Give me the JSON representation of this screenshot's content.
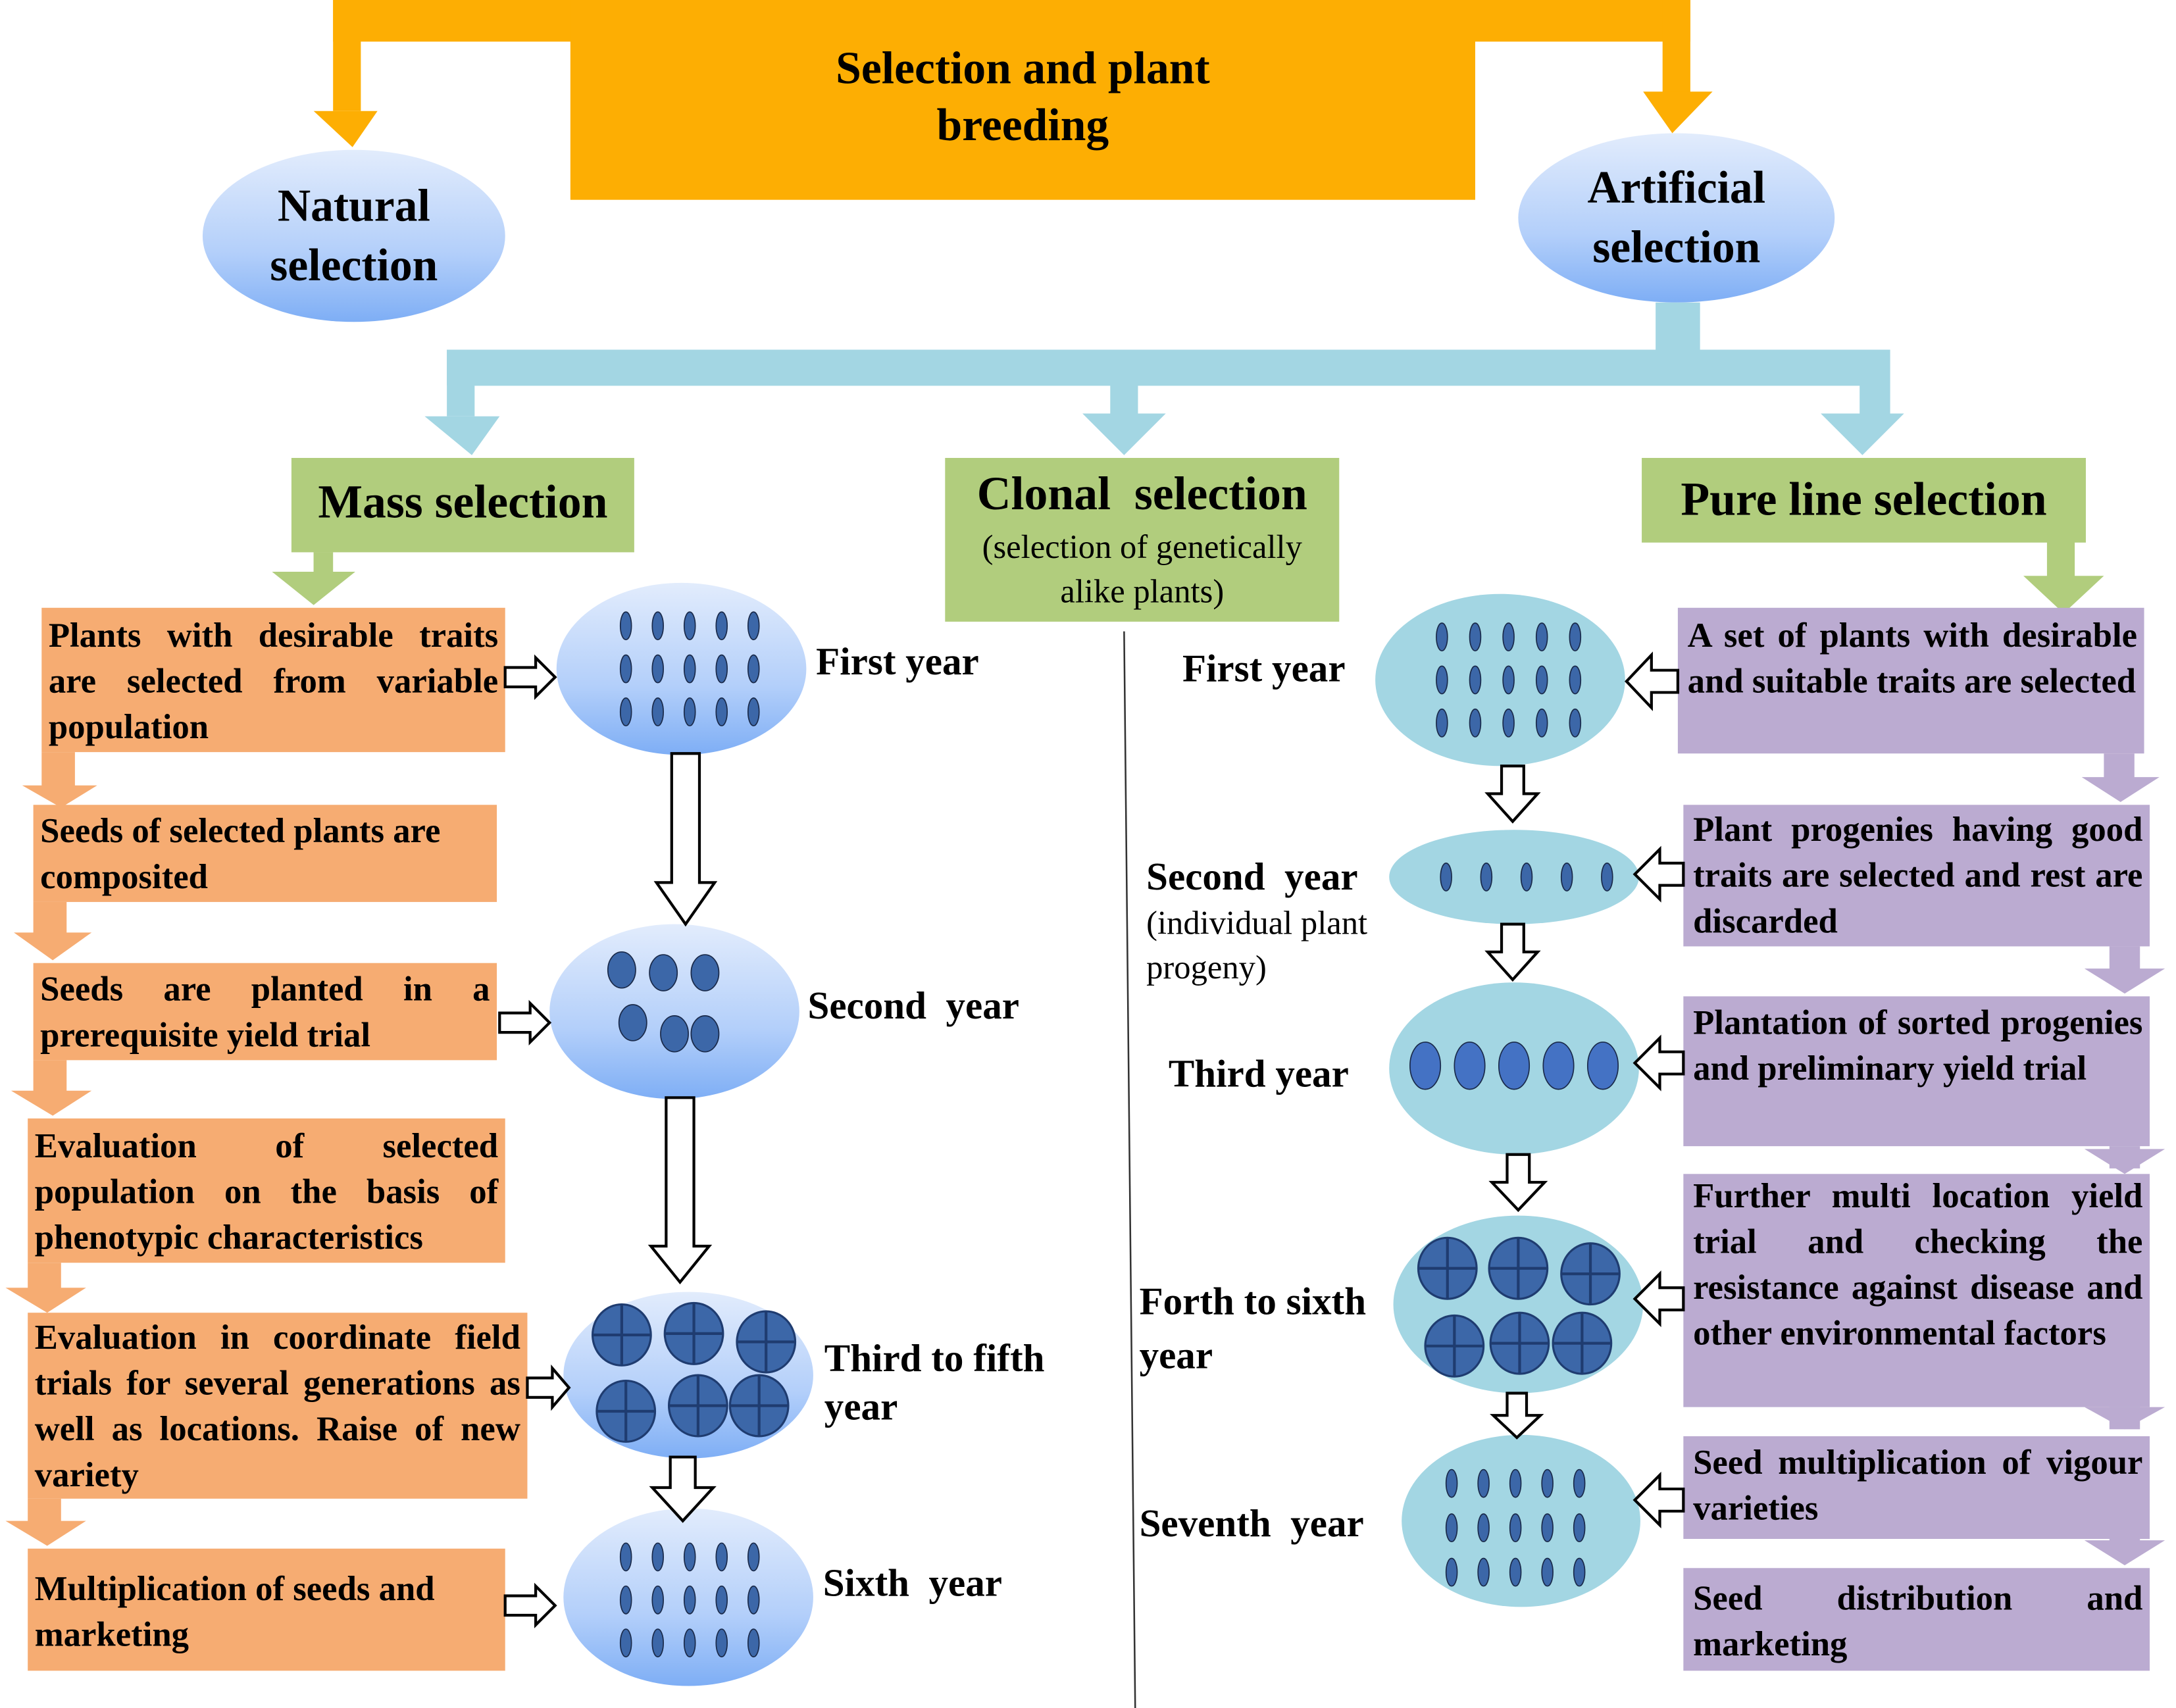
{
  "title": {
    "line1": "Selection and plant",
    "line2": "breeding"
  },
  "top_nodes": {
    "natural": {
      "line1": "Natural",
      "line2": "selection"
    },
    "artificial": {
      "line1": "Artificial",
      "line2": "selection"
    }
  },
  "methods": {
    "mass": {
      "label": "Mass selection"
    },
    "clonal": {
      "label": "Clonal  selection",
      "sub1": "(selection of genetically",
      "sub2": "alike plants)"
    },
    "pure_line": {
      "label": "Pure line selection"
    }
  },
  "mass_selection": {
    "steps": [
      "Plants with desirable traits are selected from variable population",
      "Seeds of selected plants are composited",
      "Seeds are planted in a prerequisite yield trial",
      "Evaluation of selected population on the basis of phenotypic characteristics",
      "Evaluation in coordinate field trials for several generations as well as locations. Raise of new variety",
      "Multiplication of seeds and marketing"
    ],
    "years": [
      "First year",
      "Second  year",
      "Third to fifth",
      "year",
      "Sixth  year"
    ]
  },
  "pure_line_selection": {
    "steps": [
      "A set of plants with desirable and suitable traits are selected",
      "Plant progenies having good traits are selected and rest are discarded",
      "Plantation of sorted progenies and preliminary yield trial",
      "Further multi location yield trial and checking the resistance against disease and other environmental factors",
      "Seed multiplication of vigour varieties",
      "Seed distribution and marketing"
    ],
    "years": {
      "first": "First year",
      "second": "Second  year",
      "second_note1": "(individual plant",
      "second_note2": "progeny)",
      "third": "Third year",
      "fourth_1": "Forth to sixth",
      "fourth_2": "year",
      "seventh": "Seventh  year"
    }
  },
  "colors": {
    "title_orange": "#FDAE03",
    "oval_blue_light": "#DCE8FB",
    "oval_blue_dark": "#7EAEF5",
    "branch_cyan": "#A3D6E3",
    "method_green": "#B1CD7D",
    "mass_orange": "#F6AC72",
    "pure_purple": "#BBABD1",
    "seed_blue": "#3C67A8",
    "pure_oval": "#A3D6E3"
  }
}
